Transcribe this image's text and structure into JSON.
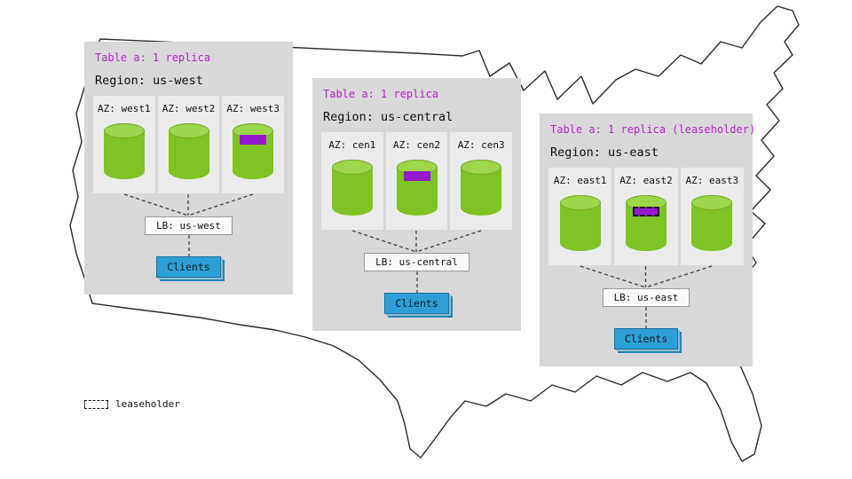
{
  "colors": {
    "panel_bg": "#d8d8d8",
    "az_cell_bg": "#ebebeb",
    "header_text_purple": "#b229c6",
    "leaseholder_marker_purple": "#9519cf",
    "cylinder_green": "#7fc325",
    "cylinder_top_green": "#9cd64a",
    "clients_blue": "#2e9fd6"
  },
  "legend": {
    "label": "leaseholder"
  },
  "panels": [
    {
      "table_label": "Table a: 1 replica",
      "region_label": "Region: us-west",
      "azs": [
        {
          "label": "AZ: west1",
          "marker": "none"
        },
        {
          "label": "AZ: west2",
          "marker": "none"
        },
        {
          "label": "AZ: west3",
          "marker": "solid"
        }
      ],
      "lb_label": "LB: us-west",
      "clients_label": "Clients"
    },
    {
      "table_label": "Table a: 1 replica",
      "region_label": "Region: us-central",
      "azs": [
        {
          "label": "AZ: cen1",
          "marker": "none"
        },
        {
          "label": "AZ: cen2",
          "marker": "solid"
        },
        {
          "label": "AZ: cen3",
          "marker": "none"
        }
      ],
      "lb_label": "LB: us-central",
      "clients_label": "Clients"
    },
    {
      "table_label": "Table a: 1 replica (leaseholder)",
      "region_label": "Region: us-east",
      "azs": [
        {
          "label": "AZ: east1",
          "marker": "none"
        },
        {
          "label": "AZ: east2",
          "marker": "dashed"
        },
        {
          "label": "AZ: east3",
          "marker": "none"
        }
      ],
      "lb_label": "LB: us-east",
      "clients_label": "Clients"
    }
  ]
}
